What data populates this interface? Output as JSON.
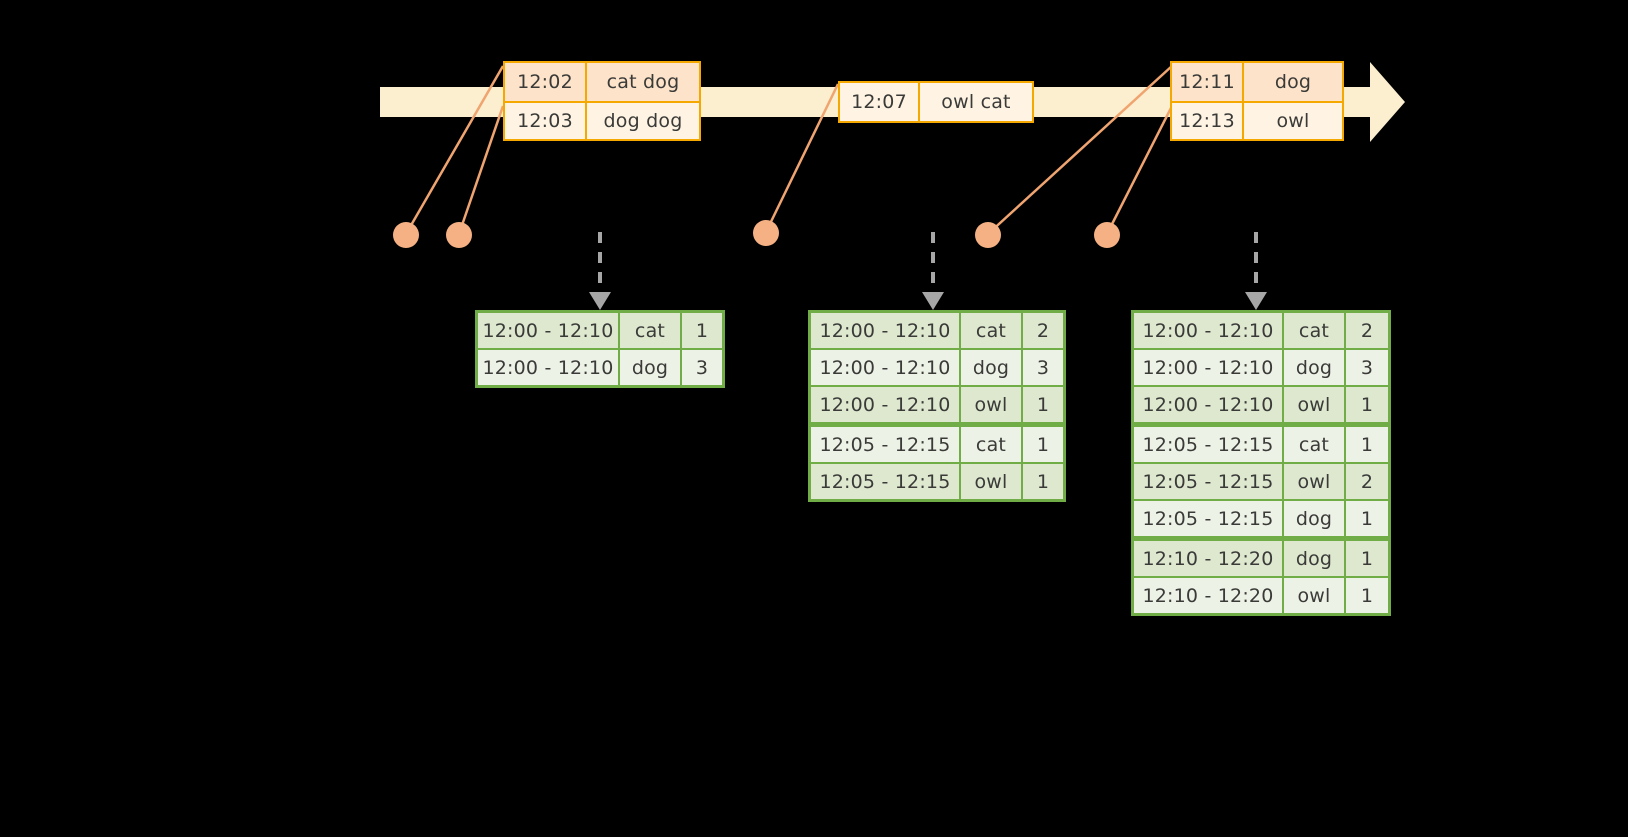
{
  "diagram": {
    "title": "windowed-event-count-timeline",
    "colors": {
      "background": "#000000",
      "timeline_fill": "#FCEFCF",
      "event_border": "#F5A800",
      "event_fill": "#FFF4E3",
      "event_fill_shaded": "#FCE3C9",
      "dot": "#F5B183",
      "connector": "#F0A470",
      "table_border": "#70AD47",
      "row_dark": "#DDE8CF",
      "row_light": "#EDF2E6",
      "text": "#3a3a38",
      "arrow_gray": "#A6A6A6"
    }
  },
  "timeline": {
    "name": "event-stream-timeline",
    "events": [
      {
        "group_id": "events-group-1",
        "rows": [
          {
            "time": "12:02",
            "value": "cat dog"
          },
          {
            "time": "12:03",
            "value": "dog dog"
          }
        ]
      },
      {
        "group_id": "events-group-2",
        "rows": [
          {
            "time": "12:07",
            "value": "owl cat"
          }
        ]
      },
      {
        "group_id": "events-group-3",
        "rows": [
          {
            "time": "12:11",
            "value": "dog"
          },
          {
            "time": "12:13",
            "value": "owl"
          }
        ]
      }
    ]
  },
  "tables": [
    {
      "id": "result-table-1",
      "rows": [
        {
          "window": "12:00 - 12:10",
          "key": "cat",
          "count": "1"
        },
        {
          "window": "12:00 - 12:10",
          "key": "dog",
          "count": "3"
        }
      ]
    },
    {
      "id": "result-table-2",
      "rows": [
        {
          "window": "12:00 - 12:10",
          "key": "cat",
          "count": "2"
        },
        {
          "window": "12:00 - 12:10",
          "key": "dog",
          "count": "3"
        },
        {
          "window": "12:00 - 12:10",
          "key": "owl",
          "count": "1"
        },
        {
          "window": "12:05 - 12:15",
          "key": "cat",
          "count": "1"
        },
        {
          "window": "12:05 - 12:15",
          "key": "owl",
          "count": "1"
        }
      ]
    },
    {
      "id": "result-table-3",
      "rows": [
        {
          "window": "12:00 - 12:10",
          "key": "cat",
          "count": "2"
        },
        {
          "window": "12:00 - 12:10",
          "key": "dog",
          "count": "3"
        },
        {
          "window": "12:00 - 12:10",
          "key": "owl",
          "count": "1"
        },
        {
          "window": "12:05 - 12:15",
          "key": "cat",
          "count": "1"
        },
        {
          "window": "12:05 - 12:15",
          "key": "owl",
          "count": "2"
        },
        {
          "window": "12:05 - 12:15",
          "key": "dog",
          "count": "1"
        },
        {
          "window": "12:10 - 12:20",
          "key": "dog",
          "count": "1"
        },
        {
          "window": "12:10 - 12:20",
          "key": "owl",
          "count": "1"
        }
      ]
    }
  ]
}
